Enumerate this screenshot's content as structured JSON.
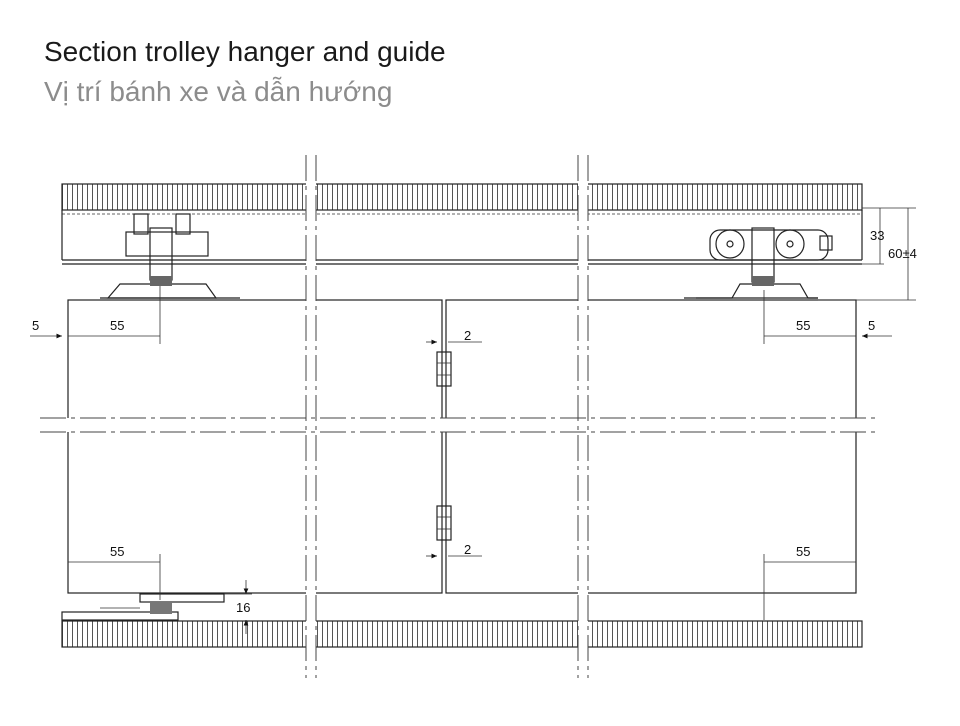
{
  "title": "Section trolley hanger and guide",
  "subtitle": "Vị trí bánh xe và dẫn hướng",
  "dimensions": {
    "left_gap": "5",
    "right_gap": "5",
    "top_left_offset": "55",
    "top_right_offset": "55",
    "bottom_left_offset": "55",
    "bottom_right_offset": "55",
    "hinge_gap_top": "2",
    "hinge_gap_bottom": "2",
    "track_height": "33",
    "hanger_height": "60±4",
    "guide_height": "16"
  }
}
